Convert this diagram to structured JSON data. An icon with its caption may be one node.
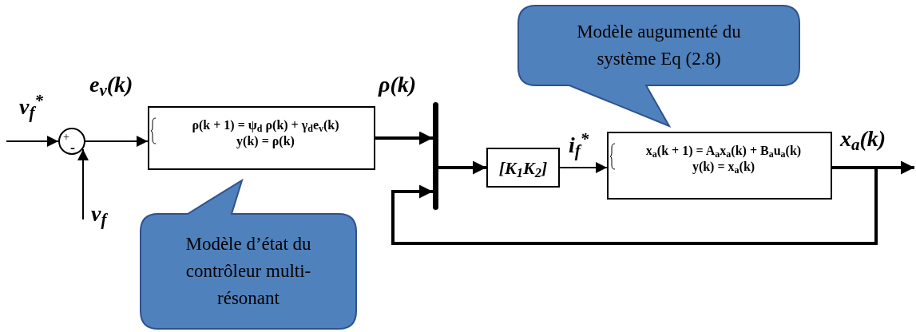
{
  "diagram": {
    "nodes": [
      {
        "text": [
          "+",
          "-"
        ]
      },
      {
        "text": [
          "ρ(k + 1) = ψ$_{d}$ ρ(k) + γ$_{d}$e$_{v}$(k)",
          "y(k) = ρ(k)"
        ]
      },
      {
        "text": [],
        "shape": "bar"
      },
      {
        "text": [
          "[K$_{1}$K$_{2}$]"
        ]
      },
      {
        "text": [
          "x$_{a}$(k + 1) = A$_{a}$x$_{a}$(k) + B$_{a}$u$_{a}$(k)",
          "y(k) = x$_{a}$(k)"
        ]
      },
      {
        "text": [
          "Modèle d’état du contrôleur multi-résonant"
        ]
      },
      {
        "text": [
          "Modèle augumenté du système Eq (2.8)"
        ]
      }
    ],
    "edges": [
      {
        "from": null,
        "to": 0,
        "arrow": "to",
        "label": "v$_{f}$$^{*}$"
      },
      {
        "from": null,
        "to": 0,
        "arrow": "to",
        "label": "v$_{f}$"
      },
      {
        "from": 0,
        "to": 1,
        "arrow": "to",
        "label": "e$_{v}$(k)"
      },
      {
        "from": 1,
        "to": 2,
        "arrow": "to",
        "label": "ρ(k)",
        "style": "thick"
      },
      {
        "from": 2,
        "to": 3,
        "arrow": "to",
        "style": "thick"
      },
      {
        "from": 3,
        "to": 4,
        "arrow": "to",
        "label": "i$_{f}$$^{*}$"
      },
      {
        "from": 4,
        "to": null,
        "arrow": "to",
        "label": "x$_{a}$(k)",
        "style": "thick"
      },
      {
        "from": 4,
        "to": 2,
        "arrow": "to",
        "style": "thick"
      }
    ]
  }
}
